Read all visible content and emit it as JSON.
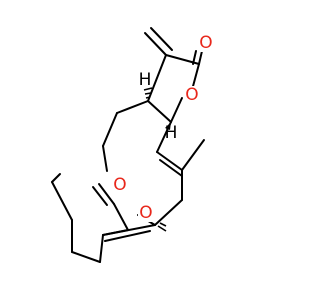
{
  "molecule": {
    "atoms": [
      {
        "id": "o-carbonyl-top",
        "element": "O",
        "label": "O"
      },
      {
        "id": "o-ring-upper",
        "element": "O",
        "label": "O"
      },
      {
        "id": "h-upper-junction",
        "element": "H",
        "label": "H"
      },
      {
        "id": "o-carbonyl-lower",
        "element": "O",
        "label": "O"
      },
      {
        "id": "o-ring-lower",
        "element": "O",
        "label": "O"
      },
      {
        "id": "h-lower-junction",
        "element": "H",
        "label": "H"
      }
    ],
    "colors": {
      "oxygen": "#e8271b",
      "carbon": "#000000",
      "hydrogen": "#000000",
      "background": "#ffffff"
    }
  }
}
